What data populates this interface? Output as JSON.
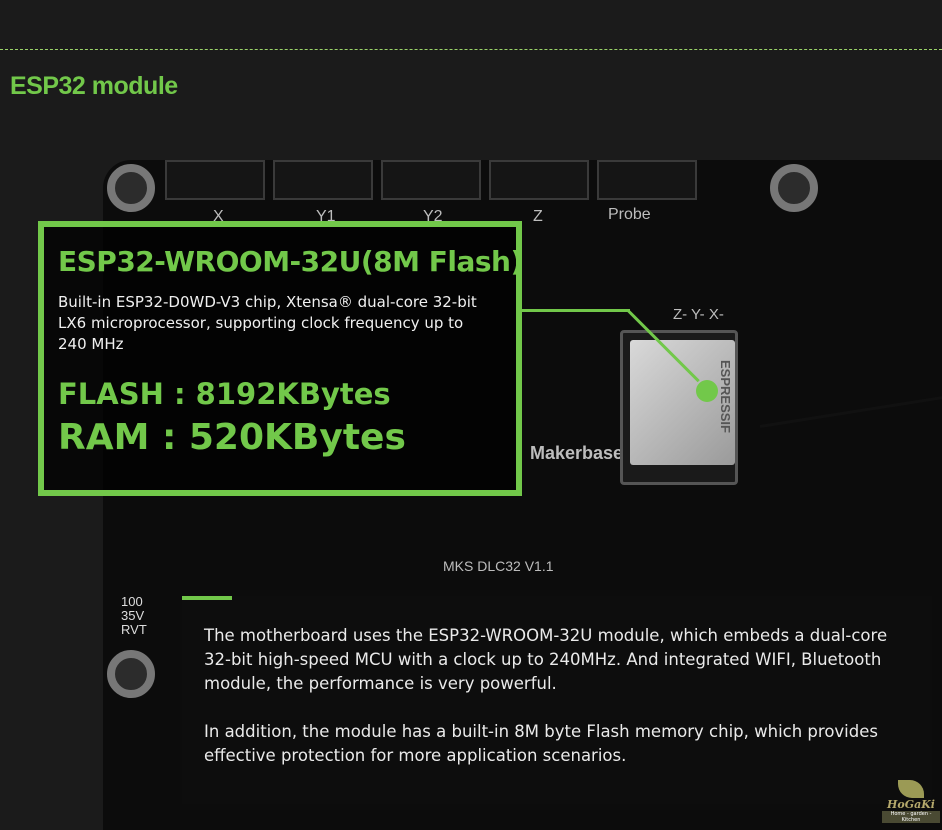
{
  "section_title": "ESP32 module",
  "board": {
    "connector_labels": [
      "X",
      "Y1",
      "Y2",
      "Z",
      "Probe"
    ],
    "brand_silk": "Makerbase",
    "model_silk": "MKS DLC32 V1.1",
    "capacitor_silk": "100 35V RVT",
    "module_silk": "ESPRESSIF",
    "axis_silk": "Z-  Y-  X-"
  },
  "callout": {
    "heading": "ESP32-WROOM-32U(8M Flash)",
    "body": "Built-in ESP32-D0WD-V3 chip, Xtensa® dual-core 32-bit LX6 microprocessor, supporting clock frequency up to 240 MHz",
    "flash": "FLASH : 8192KBytes",
    "ram": "RAM : 520KBytes"
  },
  "description": {
    "paragraph1": "The motherboard uses the ESP32-WROOM-32U module, which embeds a dual-core 32-bit high-speed MCU with a clock up to 240MHz. And integrated WIFI, Bluetooth module, the performance is very powerful.",
    "paragraph2": "In addition, the module has a built-in 8M byte Flash memory chip, which provides effective protection for more application scenarios."
  },
  "logo": {
    "name": "HoGaKi",
    "tagline": "Home - garden - Kitchen"
  },
  "colors": {
    "accent": "#72c84a",
    "background": "#1b1b1b"
  }
}
